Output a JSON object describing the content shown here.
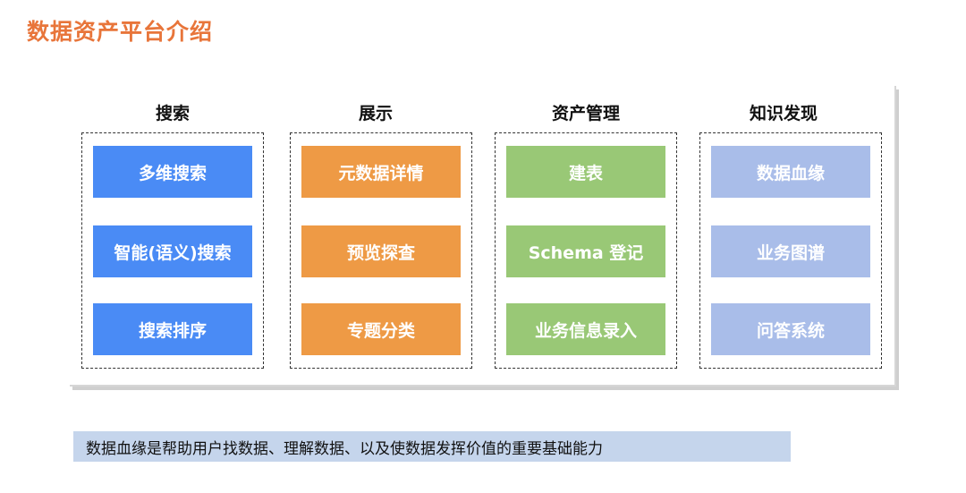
{
  "title": "数据资产平台介绍",
  "columns": [
    {
      "header": "搜索",
      "color": "#4a8bf5",
      "items": [
        "多维搜索",
        "智能(语义)搜索",
        "搜索排序"
      ]
    },
    {
      "header": "展示",
      "color": "#ee9a45",
      "items": [
        "元数据详情",
        "预览探查",
        "专题分类"
      ]
    },
    {
      "header": "资产管理",
      "color": "#99c876",
      "items": [
        "建表",
        "Schema 登记",
        "业务信息录入"
      ]
    },
    {
      "header": "知识发现",
      "color": "#a9bde9",
      "items": [
        "数据血缘",
        "业务图谱",
        "问答系统"
      ]
    }
  ],
  "note": "数据血缘是帮助用户找数据、理解数据、以及使数据发挥价值的重要基础能力"
}
